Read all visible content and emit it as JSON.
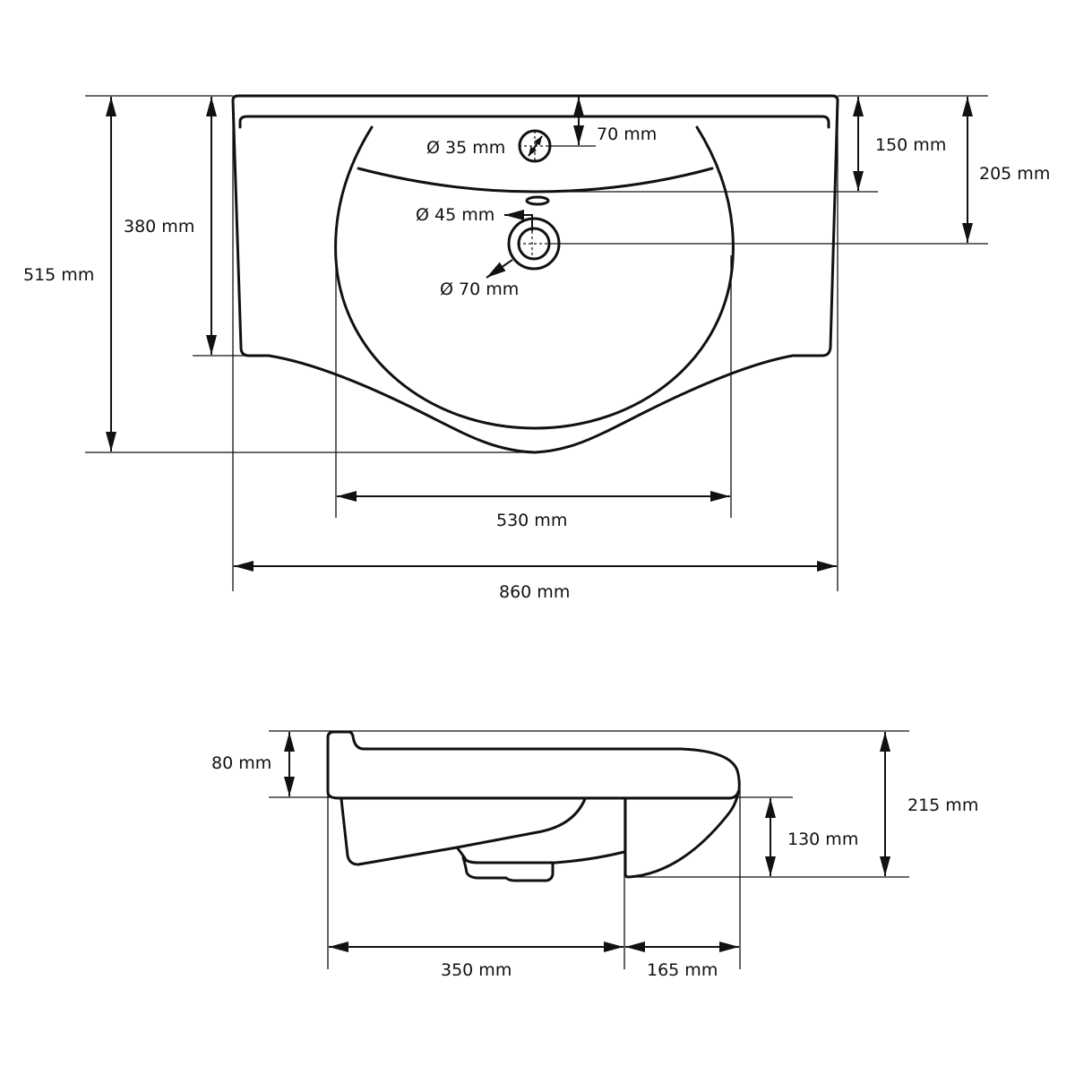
{
  "top_view": {
    "overall_depth": "515 mm",
    "rim_depth": "380 mm",
    "front_lip_depth": "150 mm",
    "drain_position": "205 mm",
    "tap_hole_offset": "70 mm",
    "tap_hole_diameter": "Ø 35 mm",
    "overflow_diameter": "Ø 45 mm",
    "drain_diameter": "Ø 70 mm",
    "bowl_width": "530 mm",
    "overall_width": "860 mm"
  },
  "side_view": {
    "rim_height": "80 mm",
    "overall_height": "215 mm",
    "lower_height": "130 mm",
    "bowl_depth": "350 mm",
    "rear_depth": "165 mm"
  },
  "colors": {
    "line": "#111111",
    "background": "#ffffff"
  }
}
